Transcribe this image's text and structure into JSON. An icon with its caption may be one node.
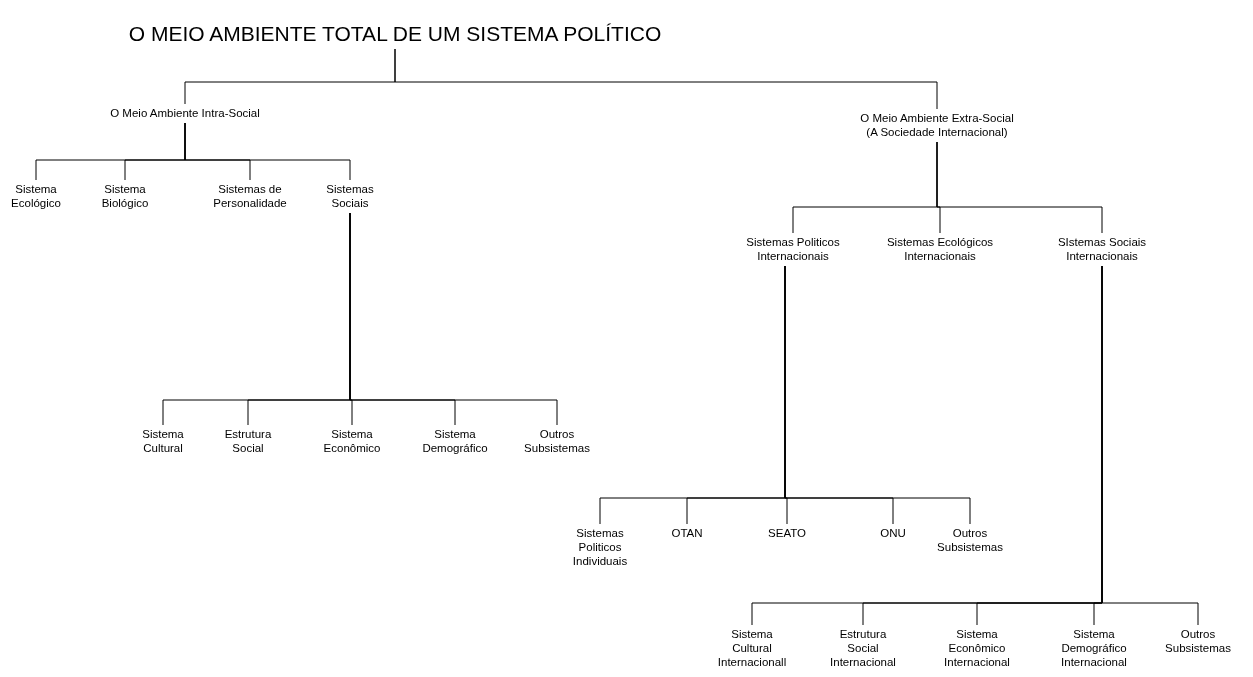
{
  "diagram": {
    "nodes": [
      {
        "text": [
          "O MEIO AMBIENTE TOTAL DE UM SISTEMA POLÍTICO"
        ]
      },
      {
        "text": [
          "O Meio Ambiente Intra-Social"
        ]
      },
      {
        "text": [
          "O Meio Ambiente Extra-Social (A Sociedade Internacional)"
        ]
      },
      {
        "text": [
          "Sistema Ecológico"
        ]
      },
      {
        "text": [
          "Sistema Biológico"
        ]
      },
      {
        "text": [
          "Sistemas de Personalidade"
        ]
      },
      {
        "text": [
          "Sistemas Sociais"
        ]
      },
      {
        "text": [
          "Sistemas Politicos Internacionais"
        ]
      },
      {
        "text": [
          "Sistemas Ecológicos Internacionais"
        ]
      },
      {
        "text": [
          "SIstemas Sociais Internacionais"
        ]
      },
      {
        "text": [
          "Sistema Cultural"
        ]
      },
      {
        "text": [
          "Estrutura Social"
        ]
      },
      {
        "text": [
          "Sistema Econômico"
        ]
      },
      {
        "text": [
          "Sistema Demográfico"
        ]
      },
      {
        "text": [
          "Outros Subsistemas"
        ]
      },
      {
        "text": [
          "Sistemas Politicos Individuais"
        ]
      },
      {
        "text": [
          "OTAN"
        ]
      },
      {
        "text": [
          "SEATO"
        ]
      },
      {
        "text": [
          "ONU"
        ]
      },
      {
        "text": [
          "Outros Subsistemas"
        ]
      },
      {
        "text": [
          "Sistema Cultural Internacionall"
        ]
      },
      {
        "text": [
          "Estrutura Social Internacional"
        ]
      },
      {
        "text": [
          "Sistema Econômico Internacional"
        ]
      },
      {
        "text": [
          "Sistema Demográfico Internacional"
        ]
      },
      {
        "text": [
          "Outros Subsistemas"
        ]
      }
    ],
    "edges": [
      {
        "from": 0,
        "to": 1,
        "arrow": "none"
      },
      {
        "from": 0,
        "to": 2,
        "arrow": "none"
      },
      {
        "from": 1,
        "to": 3,
        "arrow": "none"
      },
      {
        "from": 1,
        "to": 4,
        "arrow": "none"
      },
      {
        "from": 1,
        "to": 5,
        "arrow": "none"
      },
      {
        "from": 1,
        "to": 6,
        "arrow": "none"
      },
      {
        "from": 2,
        "to": 7,
        "arrow": "none"
      },
      {
        "from": 2,
        "to": 8,
        "arrow": "none"
      },
      {
        "from": 2,
        "to": 9,
        "arrow": "none"
      },
      {
        "from": 6,
        "to": 10,
        "arrow": "none"
      },
      {
        "from": 6,
        "to": 11,
        "arrow": "none"
      },
      {
        "from": 6,
        "to": 12,
        "arrow": "none"
      },
      {
        "from": 6,
        "to": 13,
        "arrow": "none"
      },
      {
        "from": 6,
        "to": 14,
        "arrow": "none"
      },
      {
        "from": 7,
        "to": 15,
        "arrow": "none"
      },
      {
        "from": 7,
        "to": 16,
        "arrow": "none"
      },
      {
        "from": 7,
        "to": 17,
        "arrow": "none"
      },
      {
        "from": 7,
        "to": 18,
        "arrow": "none"
      },
      {
        "from": 7,
        "to": 19,
        "arrow": "none"
      },
      {
        "from": 9,
        "to": 20,
        "arrow": "none"
      },
      {
        "from": 9,
        "to": 21,
        "arrow": "none"
      },
      {
        "from": 9,
        "to": 22,
        "arrow": "none"
      },
      {
        "from": 9,
        "to": 23,
        "arrow": "none"
      },
      {
        "from": 9,
        "to": 24,
        "arrow": "none"
      }
    ]
  }
}
